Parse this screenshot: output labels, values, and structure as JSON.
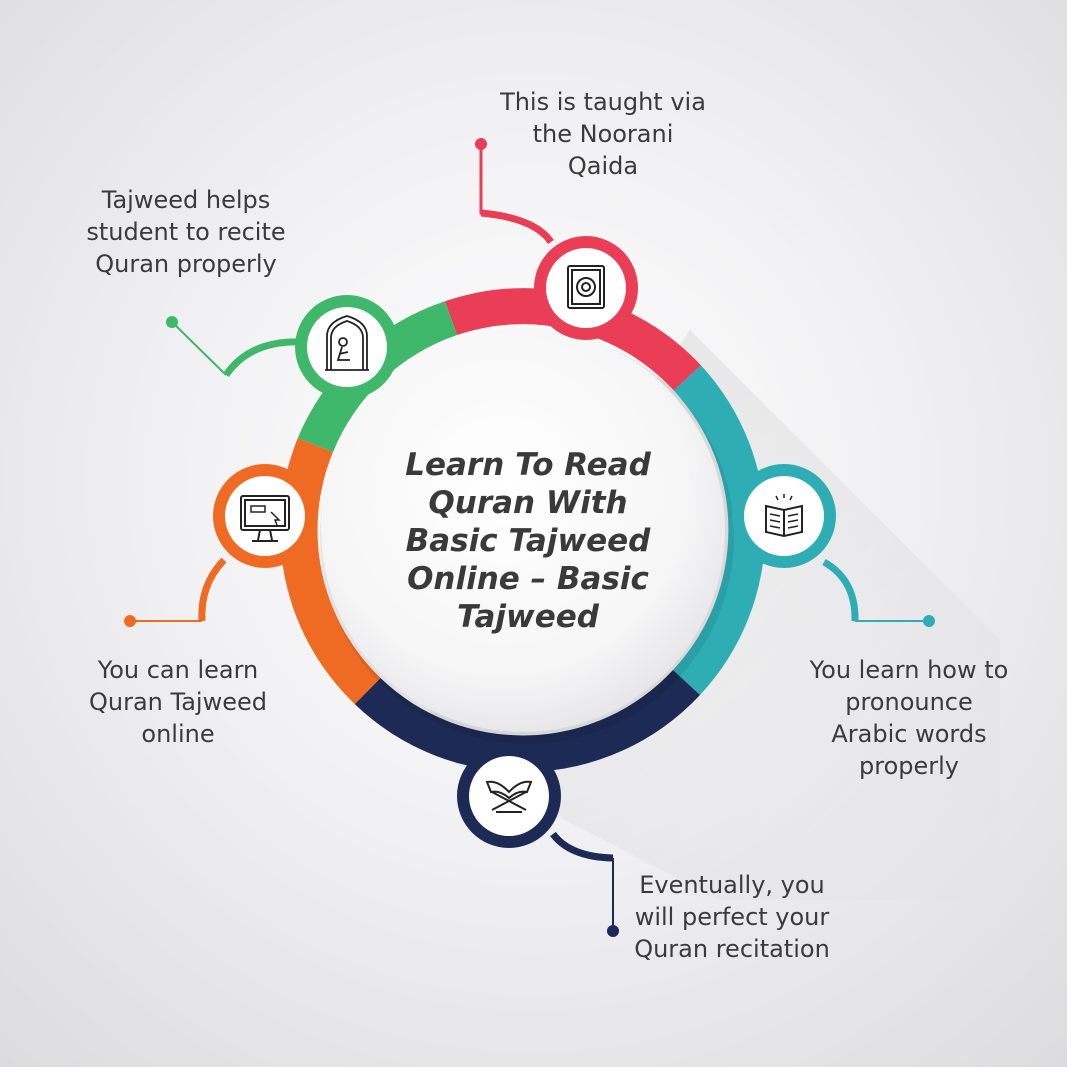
{
  "title": "Learn To Read Quran With Basic Tajweed Online – Basic Tajweed",
  "colors": {
    "red": "#ea3d56",
    "teal": "#2eadb5",
    "navy": "#1d2a55",
    "orange": "#ef6a23",
    "green": "#3fb86b",
    "text": "#3b3b3b"
  },
  "steps": [
    {
      "id": "noorani",
      "text": "This is taught via\nthe Noorani\nQaida",
      "icon": "quran-book-icon",
      "color": "red"
    },
    {
      "id": "pronounce",
      "text": "You learn how to\npronounce\nArabic words\nproperly",
      "icon": "open-book-icon",
      "color": "teal"
    },
    {
      "id": "perfect",
      "text": "Eventually, you\nwill perfect your\nQuran recitation",
      "icon": "quran-stand-icon",
      "color": "navy"
    },
    {
      "id": "online",
      "text": "You can learn\nQuran Tajweed\nonline",
      "icon": "computer-monitor-icon",
      "color": "orange"
    },
    {
      "id": "recite",
      "text": "Tajweed helps\nstudent to recite\nQuran properly",
      "icon": "praying-person-icon",
      "color": "green"
    }
  ]
}
